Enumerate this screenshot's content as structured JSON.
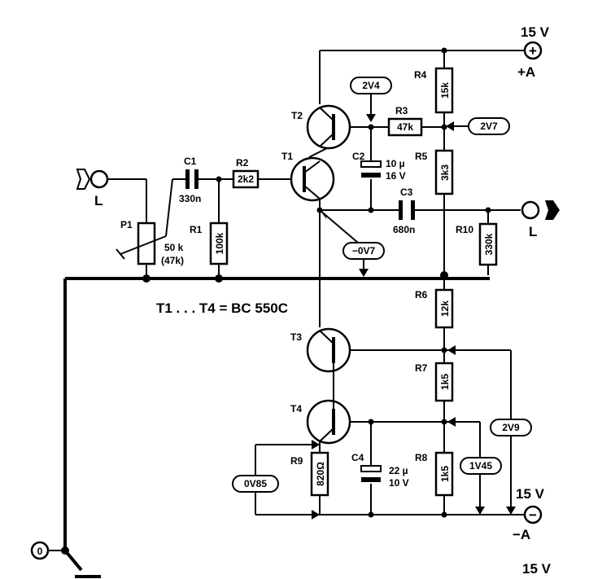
{
  "supply": {
    "top_voltage": "15 V",
    "top_terminal": "+A",
    "bottom_voltage": "15 V",
    "bottom_terminal": "−A",
    "bottom_extra": "15 V",
    "plus_symbol": "+",
    "minus_symbol": "−"
  },
  "io": {
    "input_label": "L",
    "output_label": "L",
    "ground_symbol": "0"
  },
  "transistor_note": "T1 . . . T4 = BC 550C",
  "transistors": [
    "T1",
    "T2",
    "T3",
    "T4"
  ],
  "resistors": {
    "R1": {
      "name": "R1",
      "value": "100k"
    },
    "R2": {
      "name": "R2",
      "value": "2k2"
    },
    "R3": {
      "name": "R3",
      "value": "47k"
    },
    "R4": {
      "name": "R4",
      "value": "15k"
    },
    "R5": {
      "name": "R5",
      "value": "3k3"
    },
    "R6": {
      "name": "R6",
      "value": "12k"
    },
    "R7": {
      "name": "R7",
      "value": "1k5"
    },
    "R8": {
      "name": "R8",
      "value": "1k5"
    },
    "R9": {
      "name": "R9",
      "value": "820Ω"
    },
    "R10": {
      "name": "R10",
      "value": "330k"
    }
  },
  "capacitors": {
    "C1": {
      "name": "C1",
      "value": "330n"
    },
    "C2": {
      "name": "C2",
      "value": "10 µ",
      "voltage": "16 V"
    },
    "C3": {
      "name": "C3",
      "value": "680n"
    },
    "C4": {
      "name": "C4",
      "value": "22 µ",
      "voltage": "10 V"
    }
  },
  "pot": {
    "name": "P1",
    "value": "50 k",
    "alt": "(47k)"
  },
  "voltages": {
    "v2v4": "2V4",
    "v2v7": "2V7",
    "v0v7": "−0V7",
    "v2v9": "2V9",
    "v1v45": "1V45",
    "v0v85": "0V85"
  }
}
